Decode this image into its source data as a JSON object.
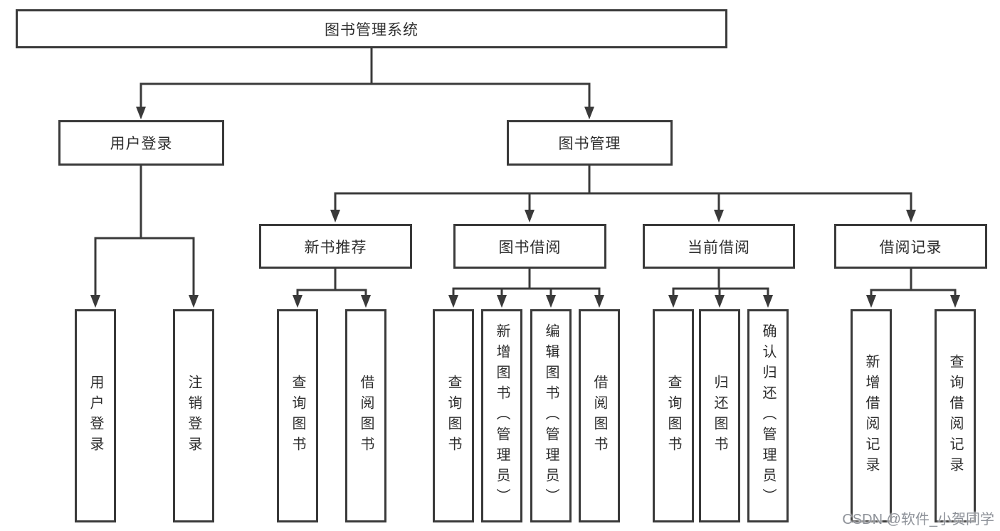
{
  "diagram": {
    "root": {
      "label": "图书管理系统"
    },
    "user_login": {
      "label": "用户登录",
      "leaves": [
        "用户登录",
        "注销登录"
      ]
    },
    "book_mgmt": {
      "label": "图书管理",
      "sections": {
        "new_book": {
          "label": "新书推荐",
          "leaves": [
            "查询图书",
            "借阅图书"
          ]
        },
        "borrow": {
          "label": "图书借阅",
          "leaves": [
            "查询图书",
            "新增图书（管理员）",
            "编辑图书（管理员）",
            "借阅图书"
          ]
        },
        "current": {
          "label": "当前借阅",
          "leaves": [
            "查询图书",
            "归还图书",
            "确认归还（管理员）"
          ]
        },
        "records": {
          "label": "借阅记录",
          "leaves": [
            "新增借阅记录",
            "查询借阅记录"
          ]
        }
      }
    },
    "line_color": "#3a3a3a"
  },
  "watermark": "CSDN @软件_小贺同学"
}
